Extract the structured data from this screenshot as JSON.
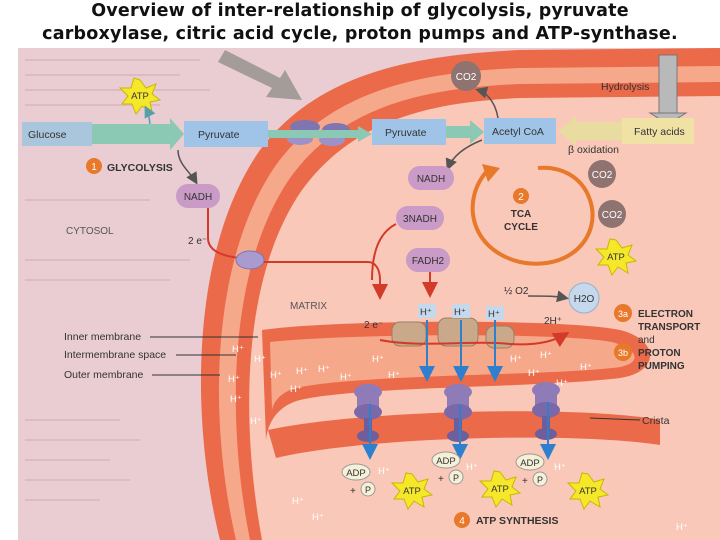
{
  "title": {
    "line1": "Overview of  inter-relationship of glycolysis, pyruvate",
    "line2": "carboxylase, citric acid cycle, proton pumps and ATP-synthase."
  },
  "colors": {
    "outer_membrane": "#ea6a4a",
    "intermembrane": "#f6a88a",
    "matrix": "#f9c8b8",
    "cytosol": "#e9cdd2",
    "arrow_red": "#d23a2a",
    "arrow_blue": "#2f7fcf",
    "atp_star": "#f5e82a",
    "nadh_box": "#c99bc6",
    "pathway_box": "#9fc4e8",
    "step_circle": "#e8782a",
    "atp_synthase": "#8e7bb8"
  },
  "labels": {
    "glucose": "Glucose",
    "pyruvate_cyto": "Pyruvate",
    "pyruvate_matrix": "Pyruvate",
    "acetyl_coa": "Acetyl CoA",
    "fatty_acids": "Fatty acids",
    "hydrolysis": "Hydrolysis",
    "beta_oxidation": "β oxidation",
    "co2_top": "CO2",
    "co2_right1": "CO2",
    "co2_right2": "CO2",
    "glycolysis_num": "1",
    "glycolysis": "GLYCOLYSIS",
    "nadh_cyto": "NADH",
    "cytosol": "CYTOSOL",
    "two_e_cyto": "2 e⁻",
    "nadh_matrix": "NADH",
    "three_nadh": "3NADH",
    "fadh2": "FADH2",
    "tca_num": "2",
    "tca_line1": "TCA",
    "tca_line2": "CYCLE",
    "matrix": "MATRIX",
    "two_e_matrix": "2 e⁻",
    "half_o2": "½ O2",
    "two_h": "2H⁺",
    "h2o": "H2O",
    "etc_num": "3a",
    "etc_line1": "ELECTRON",
    "etc_line2": "TRANSPORT",
    "etc_line3": "and",
    "pump_num": "3b",
    "pump_line1": "PROTON",
    "pump_line2": "PUMPING",
    "inner_membrane": "Inner membrane",
    "intermembrane_space": "Intermembrane space",
    "outer_membrane": "Outer membrane",
    "crista": "Crista",
    "atp_num": "4",
    "atp_synthesis": "ATP SYNTHESIS",
    "atp": "ATP",
    "adp": "ADP",
    "pi": "P",
    "h_plus": "H⁺",
    "plus": "+"
  }
}
